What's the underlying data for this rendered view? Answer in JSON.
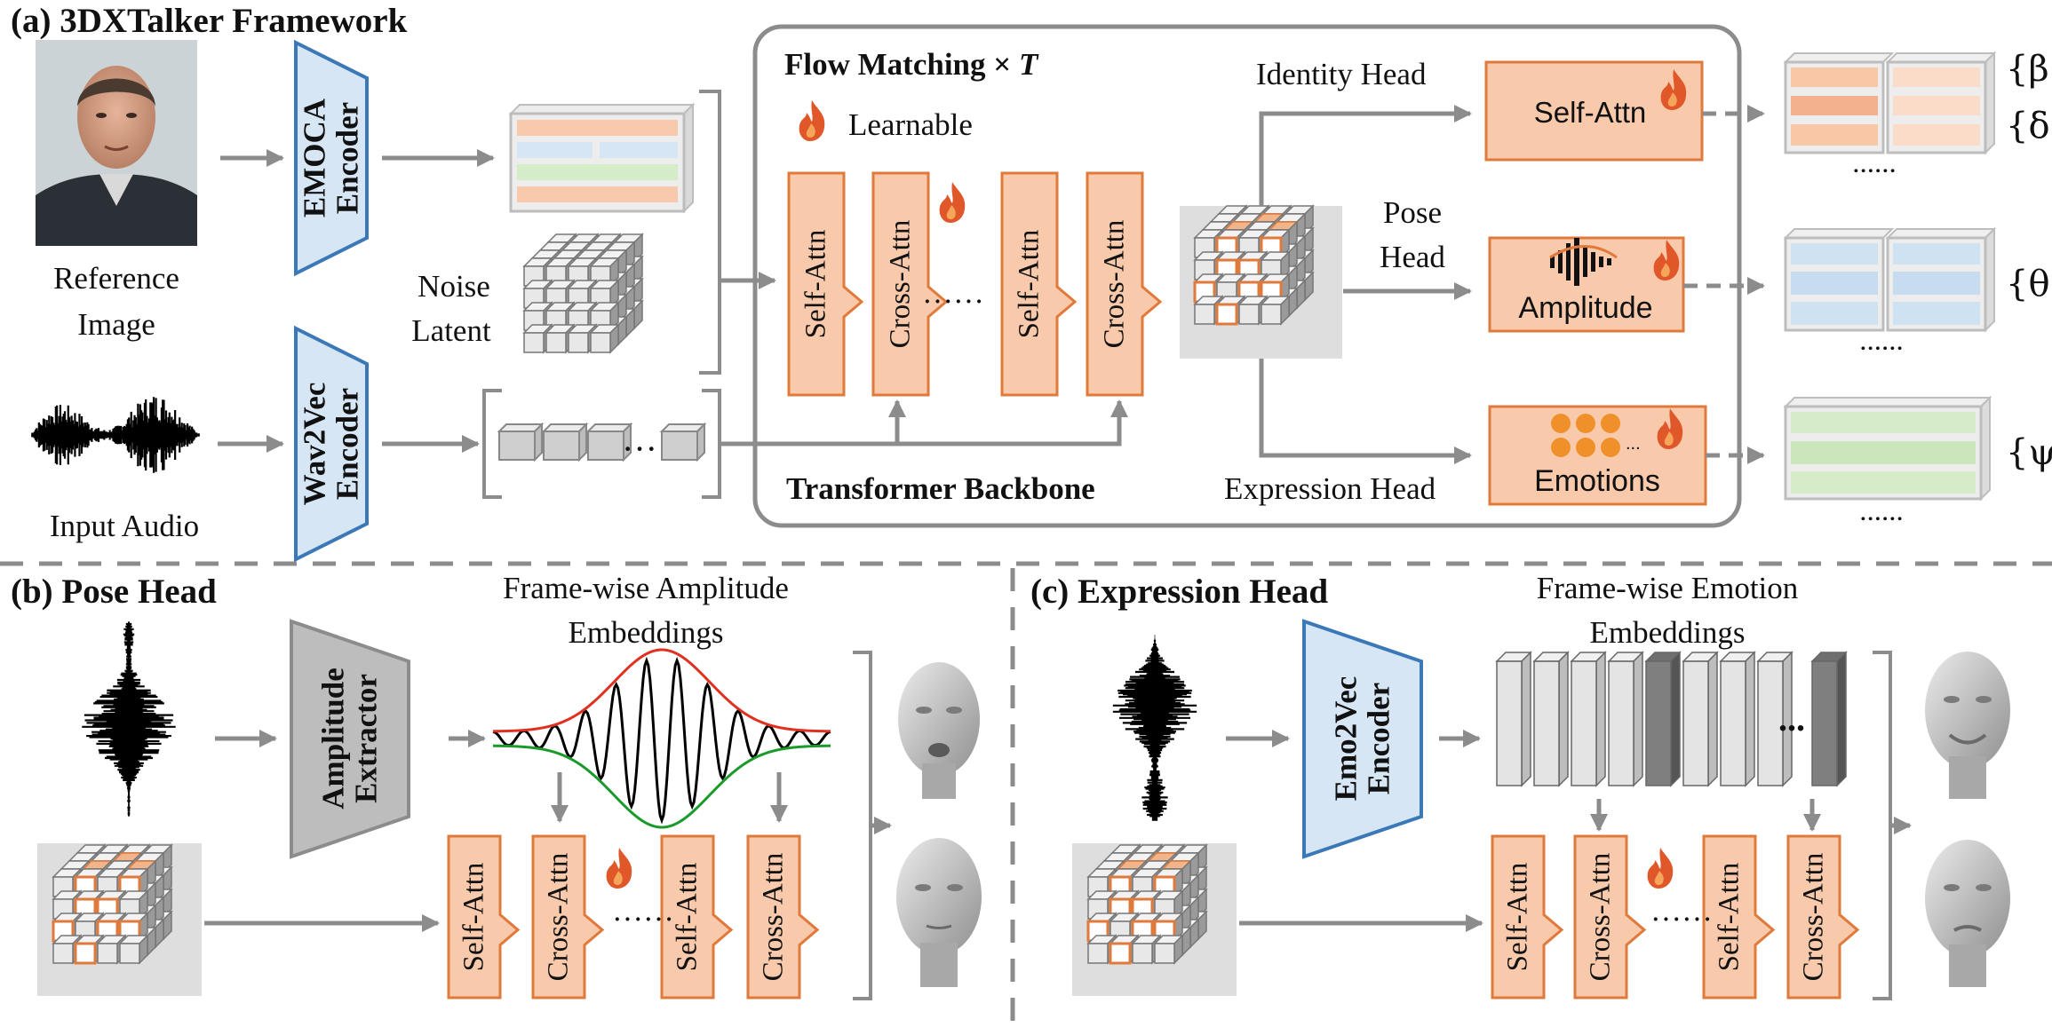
{
  "panel_a": {
    "title": "(a) 3DXTalker Framework",
    "reference_label_1": "Reference",
    "reference_label_2": "Image",
    "emoca_line1": "EMOCA",
    "emoca_line2": "Encoder",
    "noise_line1": "Noise",
    "noise_line2": "Latent",
    "wav2vec_line1": "Wav2Vec",
    "wav2vec_line2": "Encoder",
    "audio_label": "Input Audio",
    "flow_title": "Flow Matching × ",
    "flow_T": "T",
    "learnable": "Learnable",
    "blocks": [
      "Self-Attn",
      "Cross-Attn",
      "Self-Attn",
      "Cross-Attn"
    ],
    "dots": "······",
    "backbone_label": "Transformer Backbone",
    "identity_head": "Identity Head",
    "identity_box": "Self-Attn",
    "pose_head_1": "Pose",
    "pose_head_2": "Head",
    "amplitude_box": "Amplitude",
    "expression_head": "Expression Head",
    "emotions_box": "Emotions",
    "emotions_dots": "...",
    "param_beta": "{β}",
    "param_delta": "{δ}",
    "param_theta": "{θ}",
    "param_psi": "{ψ}",
    "ellipsis": "......"
  },
  "panel_b": {
    "title": "(b) Pose Head",
    "subtitle_1": "Frame-wise Amplitude",
    "subtitle_2": "Embeddings",
    "extractor_line1": "Amplitude",
    "extractor_line2": "Extractor",
    "blocks": [
      "Self-Attn",
      "Cross-Attn",
      "Self-Attn",
      "Cross-Attn"
    ]
  },
  "panel_c": {
    "title": "(c) Expression Head",
    "subtitle_1": "Frame-wise Emotion",
    "subtitle_2": "Embeddings",
    "encoder_line1": "Emo2Vec",
    "encoder_line2": "Encoder",
    "blocks": [
      "Self-Attn",
      "Cross-Attn",
      "Self-Attn",
      "Cross-Attn"
    ],
    "dots": "..."
  },
  "colors": {
    "orange_fill": "#f8c9aa",
    "orange_stroke": "#e07a3c",
    "blue_fill": "#d6e6f5",
    "blue_stroke": "#3b78b8",
    "green_fill": "#d4ecc8",
    "gray_arrow": "#8c8c8c",
    "flame": "#e0572a"
  }
}
